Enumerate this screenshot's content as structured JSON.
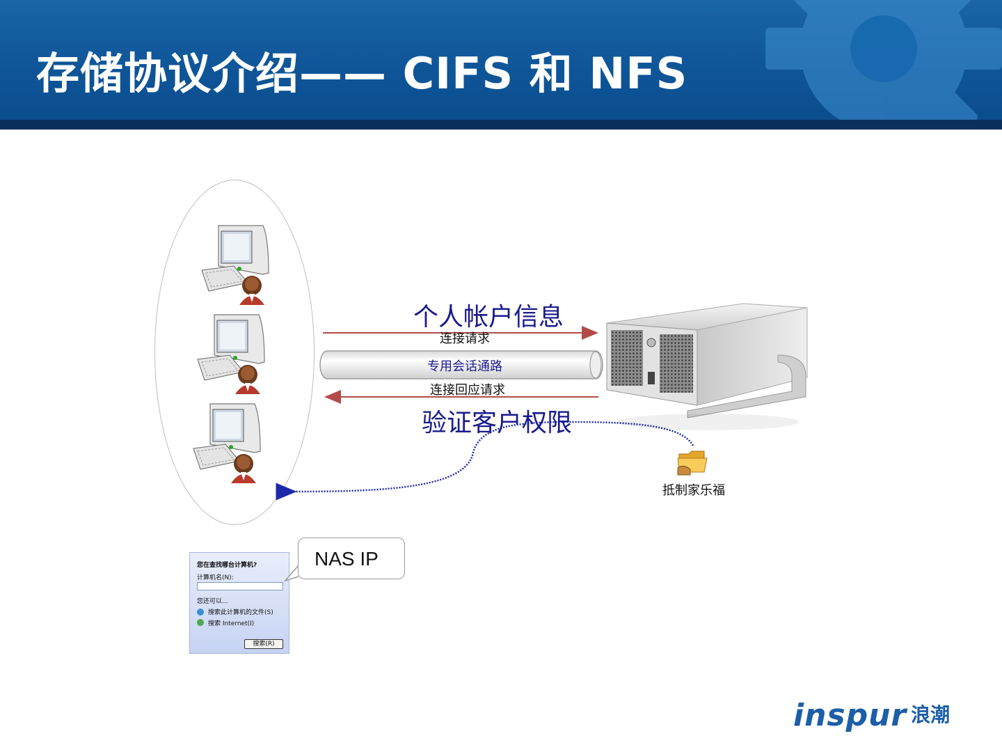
{
  "slide": {
    "title": "存储协议介绍——  CIFS 和 NFS"
  },
  "diagram": {
    "request_label": "个人帐户信息",
    "connect_request": "连接请求",
    "session_channel": "专用会话通路",
    "connect_response": "连接回应请求",
    "verify_label": "验证客户权限",
    "folder_label": "抵制家乐福",
    "callout": "NAS IP"
  },
  "dialog": {
    "question": "您在查找哪台计算机?",
    "computer_name_label": "计算机名(N):",
    "more": "您还可以...",
    "option_search_computer": "搜索此计算机的文件(S)",
    "option_search_internet": "搜索 Internet(I)",
    "search_button": "搜索(R)"
  },
  "logo": {
    "brand_en": "inspur",
    "brand_cn": "浪潮"
  },
  "colors": {
    "header_blue": "#0f5699",
    "header_bar": "#0b2f5c",
    "arrow_red": "#b44a4a",
    "dotted_blue": "#1a2aa8",
    "label_navy": "#1a1a8c",
    "brand_blue": "#1c5ea8"
  }
}
